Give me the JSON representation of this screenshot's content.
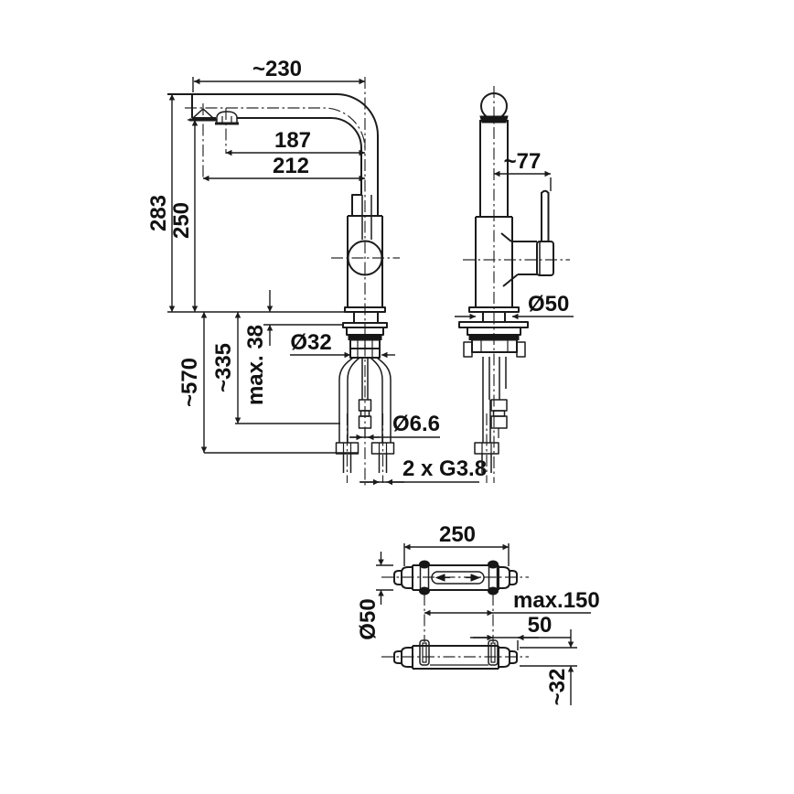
{
  "front_view": {
    "spout_reach": "~230",
    "aerator_to_axis": "187",
    "outlet_to_axis": "212",
    "height_to_spout_top": "283",
    "height_to_outlet": "250",
    "hose_drop": "~570",
    "rod_drop": "~335",
    "deck_thickness": "max. 38",
    "shank_diameter": "Ø32",
    "rod_diameter": "Ø6.6",
    "hose_threads": "2 x G3.8"
  },
  "side_view": {
    "handle_offset": "~77",
    "body_diameter": "Ø50"
  },
  "hose_unit_view": {
    "length": "250",
    "diameter": "Ø50",
    "clamp_spacing": "max.150",
    "clamp_to_end": "50",
    "end_diameter": "~32"
  }
}
